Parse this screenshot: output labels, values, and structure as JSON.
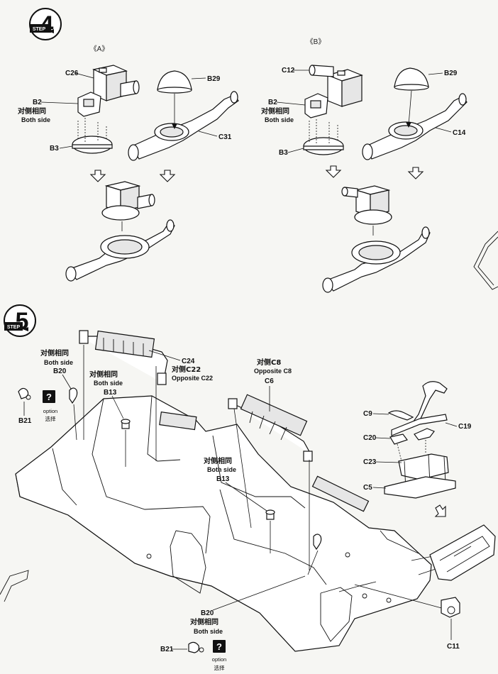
{
  "steps": [
    {
      "number": "4",
      "word": "STEP"
    },
    {
      "number": "5",
      "word": "STEP"
    }
  ],
  "step4": {
    "sub_a": "《A》",
    "sub_b": "《B》",
    "a": {
      "c26": "C26",
      "b29": "B29",
      "b2": "B2",
      "both_cn": "对侧相同",
      "both_en": "Both side",
      "b3": "B3",
      "c31": "C31"
    },
    "b": {
      "c12": "C12",
      "b29": "B29",
      "b2": "B2",
      "both_cn": "对侧相同",
      "both_en": "Both side",
      "b3": "B3",
      "c14": "C14"
    }
  },
  "step5": {
    "left_callout": {
      "cn": "对侧相同",
      "en": "Both side",
      "part": "B20"
    },
    "option_left": {
      "part": "B21",
      "badge": "?",
      "en": "option",
      "cn": "选择"
    },
    "mid_callout": {
      "cn": "对侧相同",
      "en": "Both side",
      "part": "B13"
    },
    "top_callout": {
      "part": "C24",
      "cn": "对侧C22",
      "en": "Opposite C22"
    },
    "c8_callout": {
      "cn": "对侧C8",
      "en": "Opposite C8",
      "part": "C6"
    },
    "center_callout": {
      "cn": "对侧相同",
      "en": "Both side",
      "part": "B13"
    },
    "bottom_callout": {
      "part": "B20",
      "cn": "对侧相同",
      "en": "Both side"
    },
    "option_bottom": {
      "part": "B21",
      "badge": "?",
      "en": "option",
      "cn": "选择"
    },
    "stand": {
      "c9": "C9",
      "c20": "C20",
      "c23": "C23",
      "c5": "C5",
      "c19": "C19"
    },
    "c11": "C11"
  }
}
